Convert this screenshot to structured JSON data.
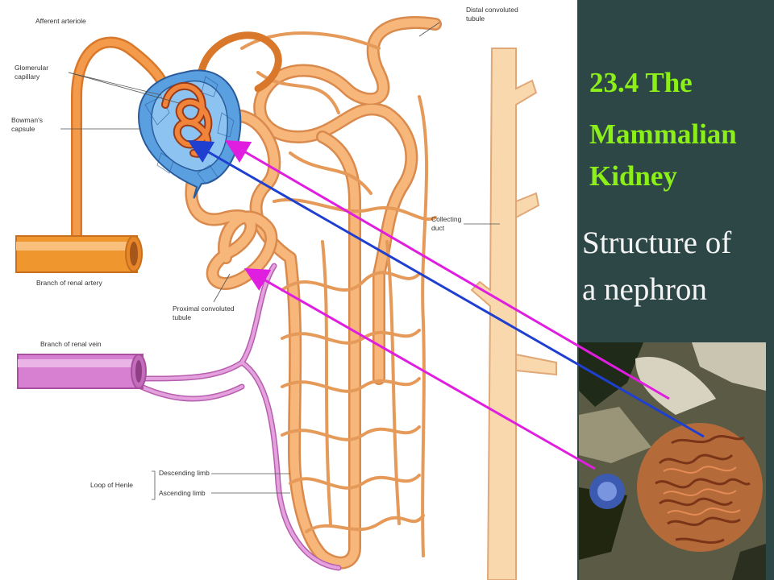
{
  "labels": {
    "afferent_arteriole": "Afferent arteriole",
    "glomerular_capillary_1": "Glomerular",
    "glomerular_capillary_2": "capillary",
    "bowmans_capsule_1": "Bowman's",
    "bowmans_capsule_2": "capsule",
    "distal_tubule_1": "Distal convoluted",
    "distal_tubule_2": "tubule",
    "collecting_duct_1": "Collecting",
    "collecting_duct_2": "duct",
    "renal_artery": "Branch of renal artery",
    "proximal_tubule_1": "Proximal convoluted",
    "proximal_tubule_2": "tubule",
    "renal_vein": "Branch of renal vein",
    "loop_of_henle": "Loop of Henle",
    "descending_limb": "Descending limb",
    "ascending_limb": "Ascending limb"
  },
  "slide": {
    "title_line1": "23.4 The",
    "title_line2": "Mammalian",
    "title_line3": "Kidney",
    "subtitle_line1": "Structure of",
    "subtitle_line2": "a nephron"
  },
  "colors": {
    "panel_background": "#2d4747",
    "title_color": "#8cf018",
    "subtitle_color": "#f5f5f5",
    "tubule": "#f0a868",
    "artery": "#f0962e",
    "vein": "#d77fd0",
    "bowmans_capsule": "#5aa0e0",
    "arrow_magenta": "#e01ee0",
    "arrow_blue": "#1f3fd0"
  }
}
